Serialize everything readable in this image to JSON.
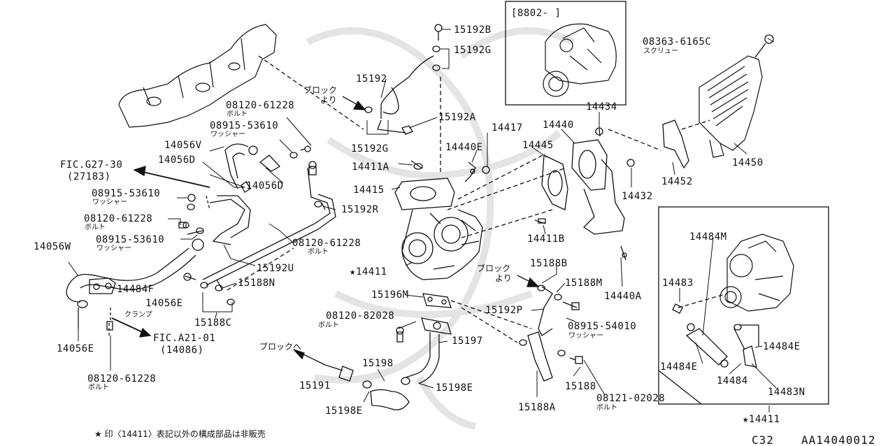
{
  "labels": {
    "p15192B": "15192B",
    "p15192G_top": "15192G",
    "p15192": "15192",
    "p15192A": "15192A",
    "p15192G": "15192G",
    "p15192R": "15192R",
    "p15192U": "15192U",
    "p15192P": "15192P",
    "p14411A": "14411A",
    "p14411B": "14411B",
    "p14411": "14411",
    "p14415": "14415",
    "p14417": "14417",
    "p14440E": "14440E",
    "p14440": "14440",
    "p14440A": "14440A",
    "p14445": "14445",
    "p14434": "14434",
    "p14432": "14432",
    "p14452": "14452",
    "p14450": "14450",
    "p08363": "08363-6165C",
    "p08120_a": "08120-61228",
    "p08120_b": "08120-61228",
    "p08120_c": "08120-61228",
    "p08120_d": "08120-61228",
    "p08120_82028": "08120-82028",
    "p08121": "08121-02028",
    "p08915_a": "08915-53610",
    "p08915_b": "08915-53610",
    "p08915_c": "08915-53610",
    "p08915_54010": "08915-54010",
    "p14056V": "14056V",
    "p14056D_a": "14056D",
    "p14056D_b": "14056D",
    "p14056W": "14056W",
    "p14056E_a": "14056E",
    "p14056E_b": "14056E",
    "p14484F": "14484F",
    "p14484M": "14484M",
    "p14483": "14483",
    "p14484E_a": "14484E",
    "p14484E_b": "14484E",
    "p14484": "14484",
    "p14483N": "14483N",
    "p15188N": "15188N",
    "p15188C": "15188C",
    "p15188B": "15188B",
    "p15188M": "15188M",
    "p15188": "15188",
    "p15188A": "15188A",
    "p15196M": "15196M",
    "p15197": "15197",
    "p15198": "15198",
    "p15198E_a": "15198E",
    "p15198E_b": "15198E",
    "p15191": "15191",
    "fig_g27": "FIC.G27-30",
    "fig_g27_sub": "(27183)",
    "fig_a21": "FIC.A21-01",
    "fig_a21_sub": "(14086)",
    "inset_date": "[8802-      ]",
    "star_14411_inset": "★14411"
  },
  "sublabels": {
    "bolt_a": "ボルト",
    "bolt_b": "ボルト",
    "bolt_c": "ボルト",
    "bolt_d": "ボルト",
    "bolt_e": "ボルト",
    "bolt_f": "ボルト",
    "washer_a": "ワッシャー",
    "washer_b": "ワッシャー",
    "washer_c": "ワッシャー",
    "washer_d": "ワッシャー",
    "screw": "スクリュー",
    "clamp": "クランプ",
    "from_block_a": "ブロック",
    "from_block_a2": "より",
    "from_block_b": "ブロック",
    "from_block_b2": "より",
    "to_block": "ブロックへ"
  },
  "footnote": "★ 印〈14411〉表記以外の構成部品は非販売",
  "page_code": "C32",
  "diagram_code": "AA14040012"
}
